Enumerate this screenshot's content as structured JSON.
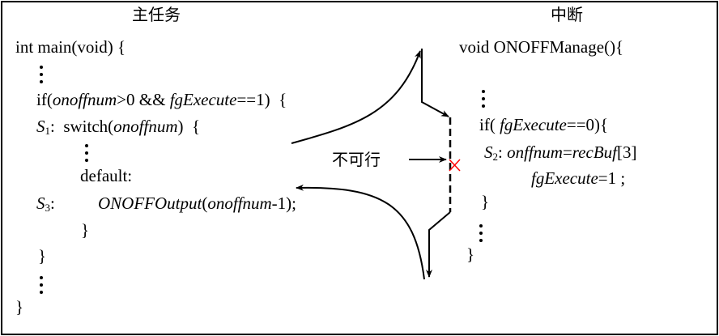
{
  "main_task": {
    "title": "主任务",
    "header": "int main(void) {",
    "if_pre": "if(",
    "if_var1": "onoffnum",
    "if_mid": ">0 && ",
    "if_var2": "fgExecute",
    "if_post": "==1)  {",
    "s1_label": "S",
    "s1_sub": "1",
    "s1_colon": ":  switch(",
    "s1_var": "onoffnum",
    "s1_post": ")  {",
    "default": "default:",
    "s3_label": "S",
    "s3_sub": "3",
    "s3_colon": ":",
    "s3_func": "ONOFFOutput",
    "s3_open": "(",
    "s3_var": "onoffnum",
    "s3_post": "-1);",
    "close_switch": "}",
    "close_if": "}",
    "close_main": "}"
  },
  "interrupt": {
    "title": "中断",
    "header": "void ONOFFManage(){",
    "if_pre": "if( ",
    "if_var": "fgExecute",
    "if_post": "==0){",
    "s2_label": "S",
    "s2_sub": "2",
    "s2_colon": ": ",
    "s2_var1": "onffnum",
    "s2_eq": "=",
    "s2_var2": "recBuf",
    "s2_post": "[3]",
    "set_var": "fgExecute",
    "set_post": "=1 ;",
    "close_if": "}",
    "close_func": "}"
  },
  "annotation": {
    "infeasible_label": "不可行",
    "cross_color": "#ff0000"
  }
}
